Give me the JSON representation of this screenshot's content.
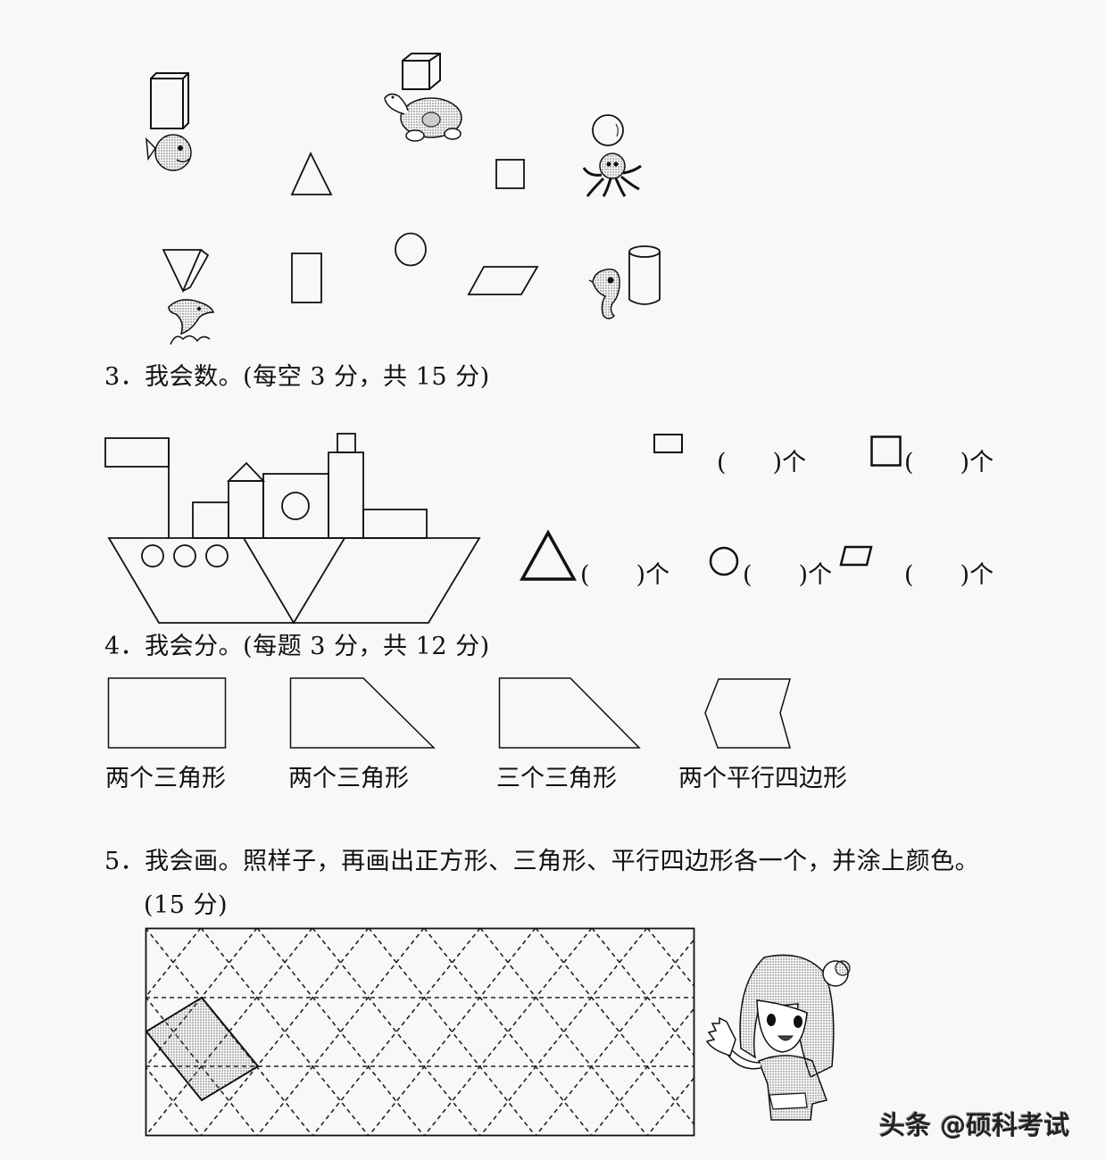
{
  "top_section": {
    "pairs": [
      {
        "animal": "fish",
        "shape": "cuboid"
      },
      {
        "animal": "turtle",
        "shape": "cube"
      },
      {
        "animal": "octopus",
        "shape": "sphere"
      },
      {
        "animal": "dolphin",
        "shape": "triangular-prism"
      },
      {
        "animal": "seahorse",
        "shape": "cylinder"
      }
    ],
    "plane_shapes": [
      "triangle",
      "square",
      "rectangle",
      "circle",
      "parallelogram"
    ]
  },
  "q3": {
    "title": "3．我会数。(每空 3 分，共 15 分)",
    "picture": "ship-made-of-shapes",
    "counts": [
      {
        "shape": "rectangle",
        "open": "(",
        "close": ")个"
      },
      {
        "shape": "square",
        "open": "(",
        "close": ")个"
      },
      {
        "shape": "triangle",
        "open": "(",
        "close": ")个"
      },
      {
        "shape": "circle",
        "open": "(",
        "close": ")个"
      },
      {
        "shape": "parallelogram",
        "open": "(",
        "close": ")个"
      }
    ]
  },
  "q4": {
    "title": "4．我会分。(每题 3 分，共 12 分)",
    "items": [
      {
        "shape": "rectangle",
        "label": "两个三角形"
      },
      {
        "shape": "right-trapezoid",
        "label": "两个三角形"
      },
      {
        "shape": "right-trapezoid",
        "label": "三个三角形"
      },
      {
        "shape": "chevron-hexagon",
        "label": "两个平行四边形"
      }
    ]
  },
  "q5": {
    "title": "5．我会画。照样子，再画出正方形、三角形、平行四边形各一个，并涂上颜色。",
    "score": "(15 分)",
    "grid": "dashed-diamond-grid",
    "sample_shape": "shaded-rectangle"
  },
  "watermark": "头条 @硕科考试"
}
